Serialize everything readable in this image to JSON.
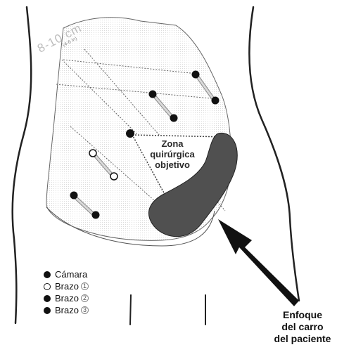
{
  "diagram": {
    "distance_label": "8-10 cm",
    "distance_sub": "(4-6 in)",
    "zone_label": [
      "Zona",
      "quirúrgica",
      "objetivo"
    ],
    "approach_label": [
      "Enfoque",
      "del carro",
      "del paciente"
    ]
  },
  "legend": [
    {
      "marker": "filled",
      "label": "Cámara",
      "num": ""
    },
    {
      "marker": "open",
      "label": "Brazo",
      "num": "1"
    },
    {
      "marker": "filled",
      "label": "Brazo",
      "num": "2"
    },
    {
      "marker": "filled",
      "label": "Brazo",
      "num": "3"
    }
  ],
  "colors": {
    "organ": "#505050",
    "outline": "#333333",
    "marker": "#111111",
    "arrow_fill": "#bdbdbd"
  }
}
